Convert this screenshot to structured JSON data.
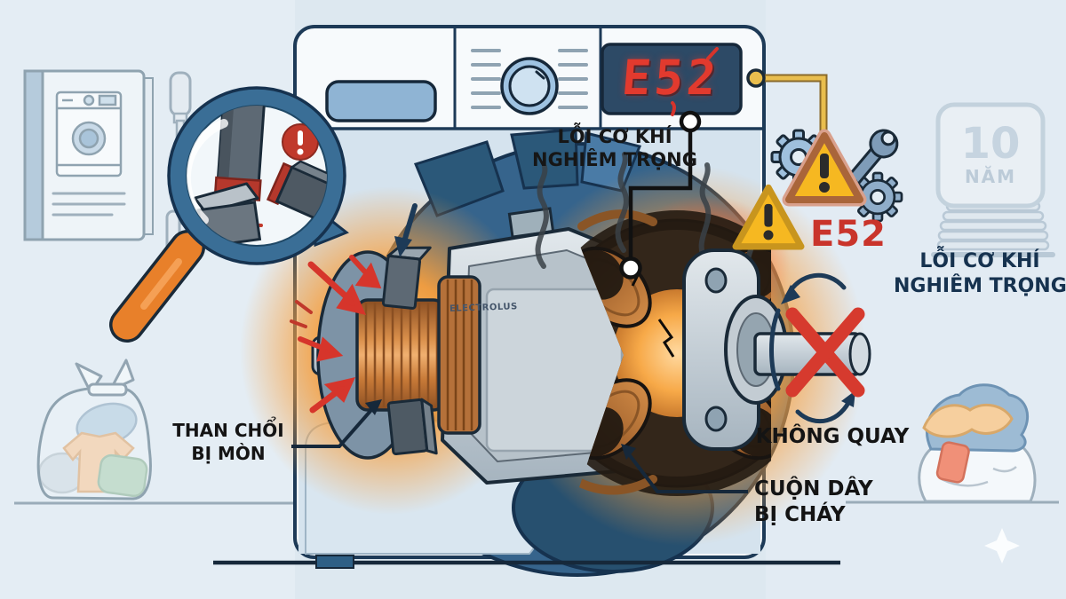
{
  "display": {
    "code": "E52"
  },
  "motor": {
    "brand": "ELECTROLUS"
  },
  "labels": {
    "center_error": {
      "line1": "LỖI CƠ KHÍ",
      "line2": "NGHIÊM TRỌNG"
    },
    "right_error_code": "E52",
    "right_error": {
      "line1": "LỖI CƠ KHÍ",
      "line2": "NGHIÊM TRỌNG"
    },
    "warranty": {
      "number": "10",
      "unit": "NĂM"
    },
    "worn_brushes": {
      "line1": "THAN CHỔI",
      "line2": "BỊ MÒN"
    },
    "burnt_coil": {
      "line1": "CUỘN DÂY",
      "line2": "BỊ CHÁY"
    },
    "no_spin": "KHÔNG QUAY"
  },
  "icons": {
    "warning_triangle": "⚠",
    "gear": "⚙",
    "wrench": "🔧",
    "magnifier": "🔍",
    "alert_circle": "❗",
    "no_rotation_x": "✕",
    "smoke": "〜",
    "sparkle": "✦"
  },
  "colors": {
    "background": "#dde8f0",
    "outline_navy": "#1d3a57",
    "display_background": "#2d4a66",
    "display_digits": "#e23a2e",
    "error_red": "#c9342b",
    "warning_yellow": "#f6b821",
    "drum_blue": "#36648c",
    "copper": "#c07a3e",
    "glow_orange": "#f79f3e",
    "magnifier_rim": "#3a6e96",
    "handle_orange": "#e8802a",
    "steel_gray": "#c3cfd8",
    "navy_text": "#16324f"
  }
}
